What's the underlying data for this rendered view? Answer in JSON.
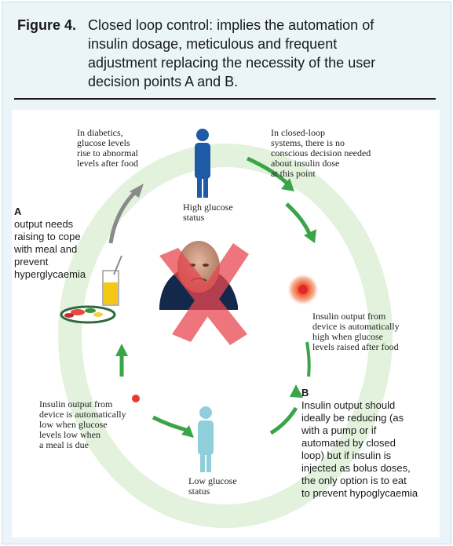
{
  "figure": {
    "label": "Figure 4.",
    "caption_lines": [
      "Closed loop control: implies the automation of",
      "insulin dosage, meticulous and frequent",
      "adjustment replacing the necessity of the user",
      "decision points A and B."
    ]
  },
  "diagram": {
    "top_left_note": [
      "In diabetics,",
      "glucose levels",
      "rise to abnormal",
      "levels after food"
    ],
    "top_right_note": [
      "In closed-loop",
      "systems, there is no",
      "conscious decision needed",
      "about insulin dose",
      "at this point"
    ],
    "high_status": [
      "High glucose",
      "status"
    ],
    "low_status": [
      "Low glucose",
      "status"
    ],
    "right_mid_note": [
      "Insulin output from",
      "device is automatically",
      "high when glucose",
      "levels raised after food"
    ],
    "left_low_note": [
      "Insulin output from",
      "device is automatically",
      "low when glucose",
      "levels low when",
      "a meal is due"
    ],
    "point_a": {
      "letter": "A",
      "lines": [
        "output needs",
        "raising to cope",
        "with meal and",
        "prevent",
        "hyperglycaemia"
      ]
    },
    "point_b": {
      "letter": "B",
      "lines": [
        "Insulin output should",
        "ideally be reducing (as",
        "with a pump or if",
        "automated by closed",
        "loop) but if insulin is",
        "injected as bolus doses,",
        "the only option is to eat",
        "to prevent hypoglycaemia"
      ]
    },
    "colors": {
      "loop": "#e3f2dd",
      "arrow_green": "#3aa547",
      "arrow_grey": "#8a8a8a",
      "cross": "#e8474f",
      "high_person": "#1f5aa6",
      "low_person": "#8fcfdc"
    }
  }
}
